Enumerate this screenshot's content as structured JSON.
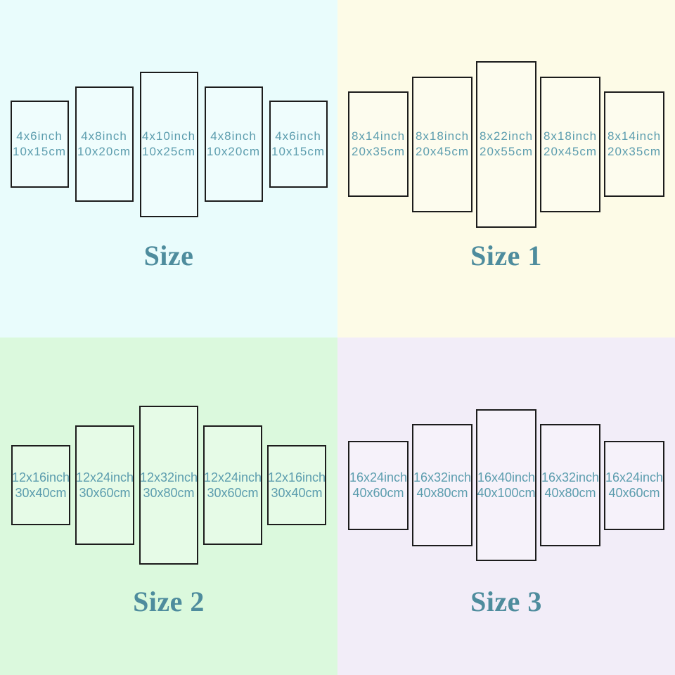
{
  "colors": {
    "label_text": "#5C9DAE",
    "title_text": "#4E8C9D",
    "panel_border": "#1C1C1C"
  },
  "quadrants": [
    {
      "id": "size",
      "title": "Size",
      "bg": "#E9FCFC",
      "panels": [
        {
          "inch": "4x6inch",
          "cm": "10x15cm"
        },
        {
          "inch": "4x8inch",
          "cm": "10x20cm"
        },
        {
          "inch": "4x10inch",
          "cm": "10x25cm"
        },
        {
          "inch": "4x8inch",
          "cm": "10x20cm"
        },
        {
          "inch": "4x6inch",
          "cm": "10x15cm"
        }
      ]
    },
    {
      "id": "size-1",
      "title": "Size 1",
      "bg": "#FDFBE7",
      "panels": [
        {
          "inch": "8x14inch",
          "cm": "20x35cm"
        },
        {
          "inch": "8x18inch",
          "cm": "20x45cm"
        },
        {
          "inch": "8x22inch",
          "cm": "20x55cm"
        },
        {
          "inch": "8x18inch",
          "cm": "20x45cm"
        },
        {
          "inch": "8x14inch",
          "cm": "20x35cm"
        }
      ]
    },
    {
      "id": "size-2",
      "title": "Size 2",
      "bg": "#DBF9DD",
      "panels": [
        {
          "inch": "12x16inch",
          "cm": "30x40cm"
        },
        {
          "inch": "12x24inch",
          "cm": "30x60cm"
        },
        {
          "inch": "12x32inch",
          "cm": "30x80cm"
        },
        {
          "inch": "12x24inch",
          "cm": "30x60cm"
        },
        {
          "inch": "12x16inch",
          "cm": "30x40cm"
        }
      ]
    },
    {
      "id": "size-3",
      "title": "Size 3",
      "bg": "#F2EDF8",
      "panels": [
        {
          "inch": "16x24inch",
          "cm": "40x60cm"
        },
        {
          "inch": "16x32inch",
          "cm": "40x80cm"
        },
        {
          "inch": "16x40inch",
          "cm": "40x100cm"
        },
        {
          "inch": "16x32inch",
          "cm": "40x80cm"
        },
        {
          "inch": "16x24inch",
          "cm": "40x60cm"
        }
      ]
    }
  ]
}
